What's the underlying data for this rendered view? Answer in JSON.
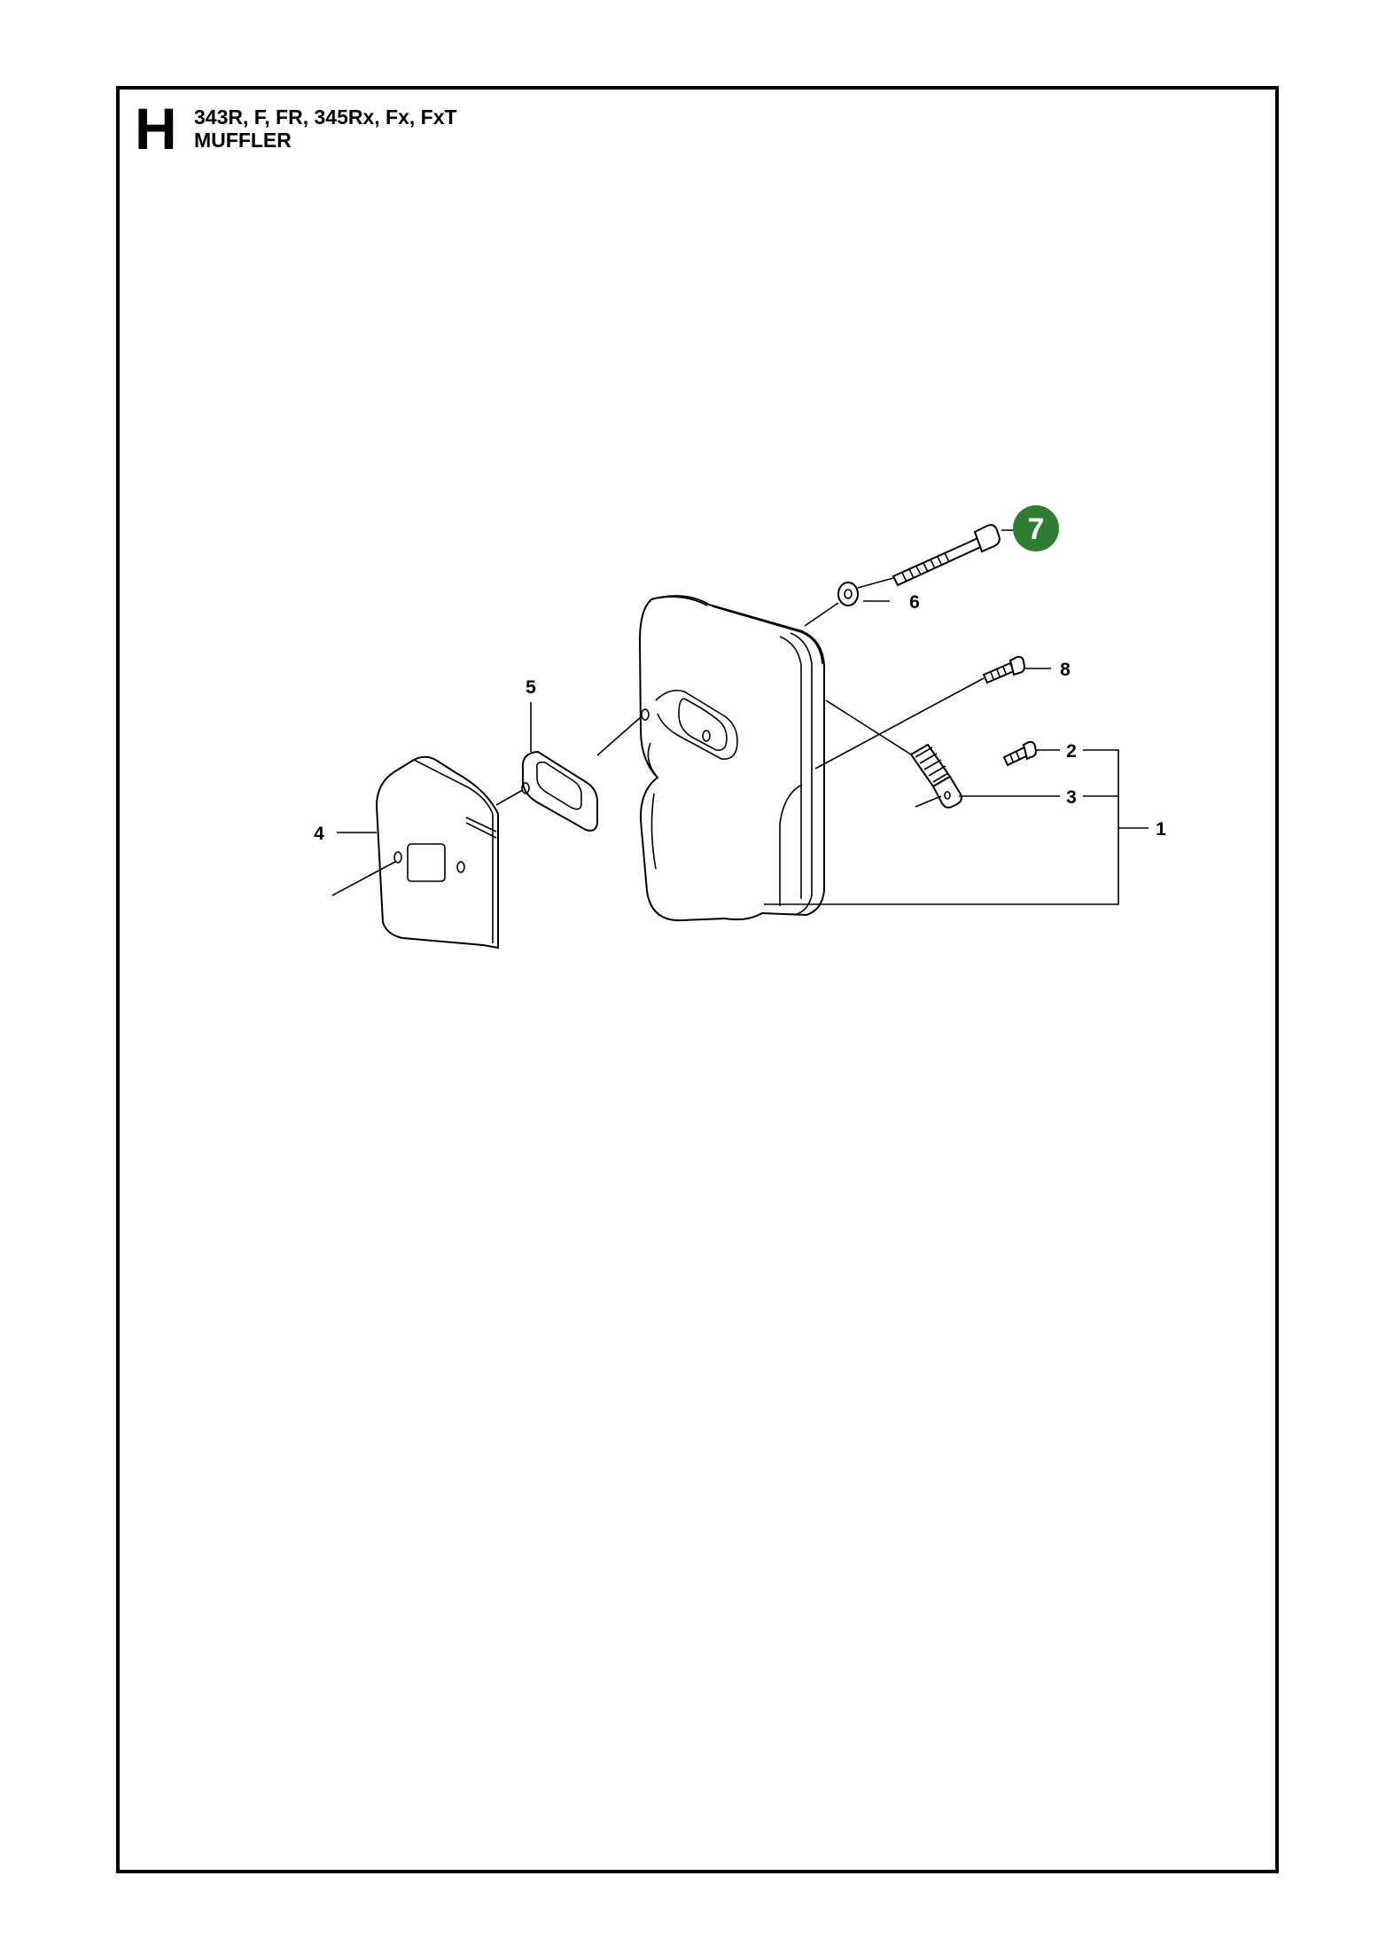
{
  "header": {
    "section_letter": "H",
    "models": "343R, F, FR, 345Rx, Fx, FxT",
    "title": "MUFFLER"
  },
  "callouts": {
    "c1": "1",
    "c2": "2",
    "c3": "3",
    "c4": "4",
    "c5": "5",
    "c6": "6",
    "c7": "7",
    "c8": "8"
  },
  "colors": {
    "badge": "#2e7d32",
    "line": "#000000",
    "background": "#ffffff"
  }
}
